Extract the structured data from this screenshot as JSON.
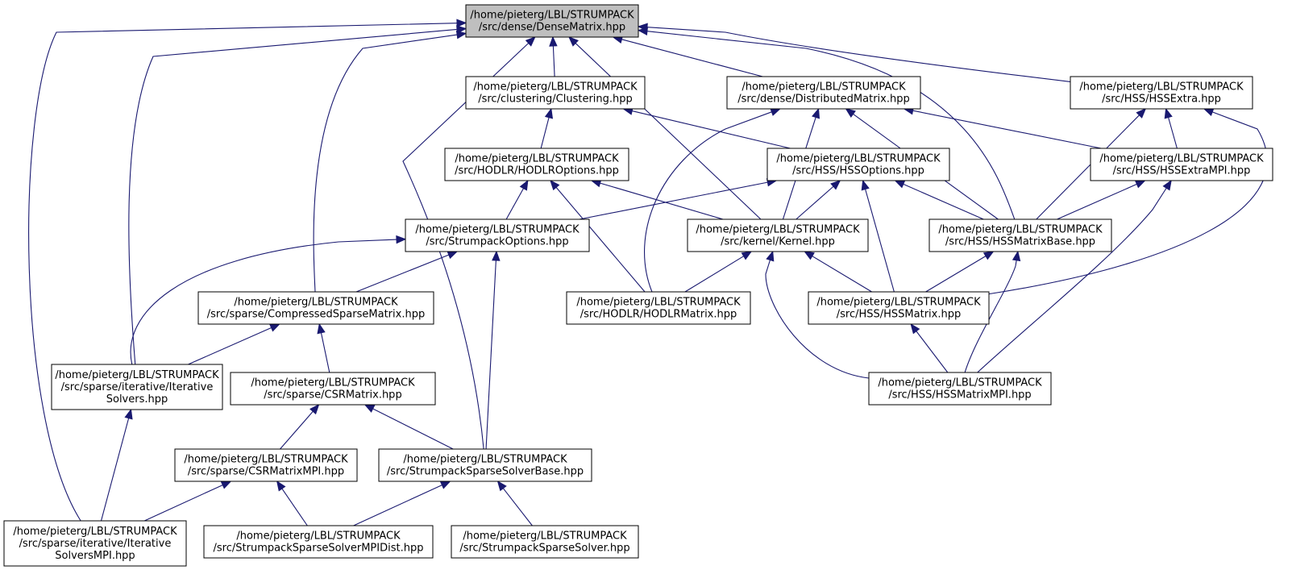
{
  "nodes": [
    {
      "id": "dense_matrix",
      "root": true,
      "lines": [
        "/home/pieterg/LBL/STRUMPACK",
        "/src/dense/DenseMatrix.hpp"
      ]
    },
    {
      "id": "clustering",
      "lines": [
        "/home/pieterg/LBL/STRUMPACK",
        "/src/clustering/Clustering.hpp"
      ]
    },
    {
      "id": "distributed_matrix",
      "lines": [
        "/home/pieterg/LBL/STRUMPACK",
        "/src/dense/DistributedMatrix.hpp"
      ]
    },
    {
      "id": "hss_extra",
      "lines": [
        "/home/pieterg/LBL/STRUMPACK",
        "/src/HSS/HSSExtra.hpp"
      ]
    },
    {
      "id": "hodlr_options",
      "lines": [
        "/home/pieterg/LBL/STRUMPACK",
        "/src/HODLR/HODLROptions.hpp"
      ]
    },
    {
      "id": "hss_options",
      "lines": [
        "/home/pieterg/LBL/STRUMPACK",
        "/src/HSS/HSSOptions.hpp"
      ]
    },
    {
      "id": "hss_extra_mpi",
      "lines": [
        "/home/pieterg/LBL/STRUMPACK",
        "/src/HSS/HSSExtraMPI.hpp"
      ]
    },
    {
      "id": "strumpack_options",
      "lines": [
        "/home/pieterg/LBL/STRUMPACK",
        "/src/StrumpackOptions.hpp"
      ]
    },
    {
      "id": "kernel",
      "lines": [
        "/home/pieterg/LBL/STRUMPACK",
        "/src/kernel/Kernel.hpp"
      ]
    },
    {
      "id": "hss_matrix_base",
      "lines": [
        "/home/pieterg/LBL/STRUMPACK",
        "/src/HSS/HSSMatrixBase.hpp"
      ]
    },
    {
      "id": "compressed_sparse_matrix",
      "lines": [
        "/home/pieterg/LBL/STRUMPACK",
        "/src/sparse/CompressedSparseMatrix.hpp"
      ]
    },
    {
      "id": "hodlr_matrix",
      "lines": [
        "/home/pieterg/LBL/STRUMPACK",
        "/src/HODLR/HODLRMatrix.hpp"
      ]
    },
    {
      "id": "hss_matrix",
      "lines": [
        "/home/pieterg/LBL/STRUMPACK",
        "/src/HSS/HSSMatrix.hpp"
      ]
    },
    {
      "id": "iterative_solvers",
      "lines": [
        "/home/pieterg/LBL/STRUMPACK",
        "/src/sparse/iterative/Iterative",
        "Solvers.hpp"
      ]
    },
    {
      "id": "csr_matrix",
      "lines": [
        "/home/pieterg/LBL/STRUMPACK",
        "/src/sparse/CSRMatrix.hpp"
      ]
    },
    {
      "id": "hss_matrix_mpi",
      "lines": [
        "/home/pieterg/LBL/STRUMPACK",
        "/src/HSS/HSSMatrixMPI.hpp"
      ]
    },
    {
      "id": "csr_matrix_mpi",
      "lines": [
        "/home/pieterg/LBL/STRUMPACK",
        "/src/sparse/CSRMatrixMPI.hpp"
      ]
    },
    {
      "id": "sparse_solver_base",
      "lines": [
        "/home/pieterg/LBL/STRUMPACK",
        "/src/StrumpackSparseSolverBase.hpp"
      ]
    },
    {
      "id": "iterative_solvers_mpi",
      "lines": [
        "/home/pieterg/LBL/STRUMPACK",
        "/src/sparse/iterative/Iterative",
        "SolversMPI.hpp"
      ]
    },
    {
      "id": "sparse_solver_mpi_dist",
      "lines": [
        "/home/pieterg/LBL/STRUMPACK",
        "/src/StrumpackSparseSolverMPIDist.hpp"
      ]
    },
    {
      "id": "sparse_solver",
      "lines": [
        "/home/pieterg/LBL/STRUMPACK",
        "/src/StrumpackSparseSolver.hpp"
      ]
    }
  ],
  "edges": [
    {
      "from": "clustering",
      "to": "dense_matrix"
    },
    {
      "from": "distributed_matrix",
      "to": "dense_matrix"
    },
    {
      "from": "hss_extra",
      "to": "dense_matrix"
    },
    {
      "from": "kernel",
      "to": "dense_matrix"
    },
    {
      "from": "hss_matrix_base",
      "to": "dense_matrix"
    },
    {
      "from": "compressed_sparse_matrix",
      "to": "dense_matrix"
    },
    {
      "from": "iterative_solvers",
      "to": "dense_matrix"
    },
    {
      "from": "iterative_solvers_mpi",
      "to": "dense_matrix"
    },
    {
      "from": "sparse_solver_base",
      "to": "dense_matrix"
    },
    {
      "from": "hodlr_options",
      "to": "clustering"
    },
    {
      "from": "hss_options",
      "to": "clustering"
    },
    {
      "from": "kernel",
      "to": "distributed_matrix"
    },
    {
      "from": "hodlr_matrix",
      "to": "distributed_matrix"
    },
    {
      "from": "hss_matrix_base",
      "to": "distributed_matrix"
    },
    {
      "from": "hss_extra_mpi",
      "to": "distributed_matrix"
    },
    {
      "from": "hss_extra_mpi",
      "to": "hss_extra"
    },
    {
      "from": "hss_matrix_base",
      "to": "hss_extra"
    },
    {
      "from": "hss_matrix",
      "to": "hss_extra"
    },
    {
      "from": "strumpack_options",
      "to": "hodlr_options"
    },
    {
      "from": "hodlr_matrix",
      "to": "hodlr_options"
    },
    {
      "from": "kernel",
      "to": "hodlr_options"
    },
    {
      "from": "strumpack_options",
      "to": "hss_options"
    },
    {
      "from": "kernel",
      "to": "hss_options"
    },
    {
      "from": "hss_matrix_base",
      "to": "hss_options"
    },
    {
      "from": "hss_matrix",
      "to": "hss_options"
    },
    {
      "from": "hss_matrix_base",
      "to": "hss_extra_mpi"
    },
    {
      "from": "hss_matrix_mpi",
      "to": "hss_extra_mpi"
    },
    {
      "from": "compressed_sparse_matrix",
      "to": "strumpack_options"
    },
    {
      "from": "iterative_solvers",
      "to": "strumpack_options"
    },
    {
      "from": "sparse_solver_base",
      "to": "strumpack_options"
    },
    {
      "from": "hodlr_matrix",
      "to": "kernel"
    },
    {
      "from": "hss_matrix",
      "to": "kernel"
    },
    {
      "from": "hss_matrix_mpi",
      "to": "kernel"
    },
    {
      "from": "hss_matrix",
      "to": "hss_matrix_base"
    },
    {
      "from": "hss_matrix_mpi",
      "to": "hss_matrix_base"
    },
    {
      "from": "iterative_solvers",
      "to": "compressed_sparse_matrix"
    },
    {
      "from": "csr_matrix",
      "to": "compressed_sparse_matrix"
    },
    {
      "from": "hss_matrix_mpi",
      "to": "hss_matrix"
    },
    {
      "from": "iterative_solvers_mpi",
      "to": "iterative_solvers"
    },
    {
      "from": "csr_matrix_mpi",
      "to": "csr_matrix"
    },
    {
      "from": "sparse_solver_base",
      "to": "csr_matrix"
    },
    {
      "from": "iterative_solvers_mpi",
      "to": "csr_matrix_mpi"
    },
    {
      "from": "sparse_solver_mpi_dist",
      "to": "csr_matrix_mpi"
    },
    {
      "from": "sparse_solver_mpi_dist",
      "to": "sparse_solver_base"
    },
    {
      "from": "sparse_solver",
      "to": "sparse_solver_base"
    }
  ]
}
